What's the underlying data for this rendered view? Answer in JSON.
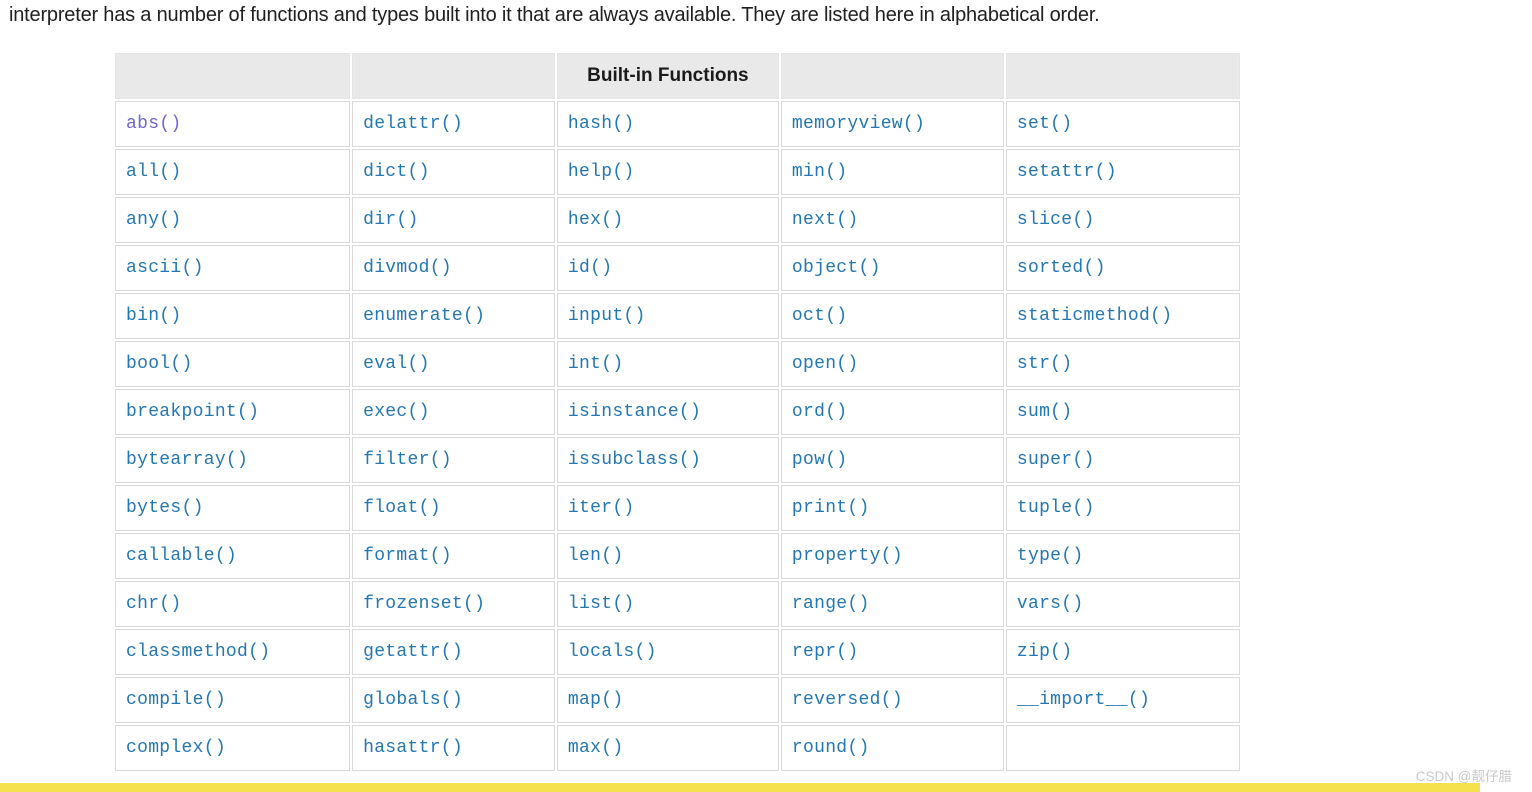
{
  "intro": {
    "text": "interpreter has a number of functions and types built into it that are always available. They are listed here in alphabetical order."
  },
  "table": {
    "caption": "Built-in Functions",
    "columns": 5,
    "rows": [
      [
        "abs()",
        "delattr()",
        "hash()",
        "memoryview()",
        "set()"
      ],
      [
        "all()",
        "dict()",
        "help()",
        "min()",
        "setattr()"
      ],
      [
        "any()",
        "dir()",
        "hex()",
        "next()",
        "slice()"
      ],
      [
        "ascii()",
        "divmod()",
        "id()",
        "object()",
        "sorted()"
      ],
      [
        "bin()",
        "enumerate()",
        "input()",
        "oct()",
        "staticmethod()"
      ],
      [
        "bool()",
        "eval()",
        "int()",
        "open()",
        "str()"
      ],
      [
        "breakpoint()",
        "exec()",
        "isinstance()",
        "ord()",
        "sum()"
      ],
      [
        "bytearray()",
        "filter()",
        "issubclass()",
        "pow()",
        "super()"
      ],
      [
        "bytes()",
        "float()",
        "iter()",
        "print()",
        "tuple()"
      ],
      [
        "callable()",
        "format()",
        "len()",
        "property()",
        "type()"
      ],
      [
        "chr()",
        "frozenset()",
        "list()",
        "range()",
        "vars()"
      ],
      [
        "classmethod()",
        "getattr()",
        "locals()",
        "repr()",
        "zip()"
      ],
      [
        "compile()",
        "globals()",
        "map()",
        "reversed()",
        "__import__()"
      ],
      [
        "complex()",
        "hasattr()",
        "max()",
        "round()",
        ""
      ]
    ],
    "visited_links": [
      "abs()"
    ]
  },
  "watermark": {
    "text": "CSDN @靓仔腊"
  },
  "colors": {
    "link": "#2377b2",
    "visited_link": "#6f66cc",
    "header_bg": "#e9e9e9",
    "cell_border": "#d9d9d9",
    "highlight_bar": "#f5e14e",
    "watermark_text": "#c9c9c9"
  }
}
